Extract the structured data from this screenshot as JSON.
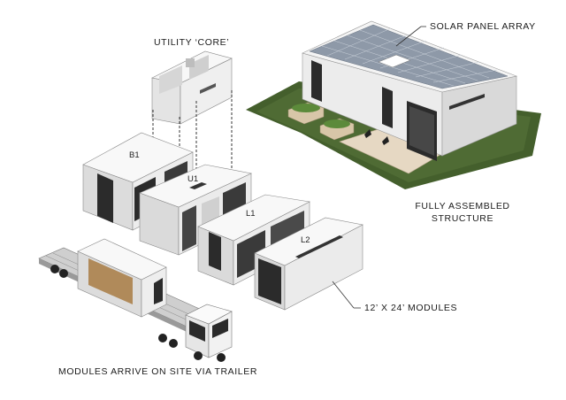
{
  "labels": {
    "utility_core": "UTILITY ‘CORE’",
    "solar_panel_array": "SOLAR PANEL ARRAY",
    "fully_assembled_line1": "FULLY ASSEMBLED",
    "fully_assembled_line2": "STRUCTURE",
    "modules_size": "12’ X 24’ MODULES",
    "trailer": "MODULES ARRIVE ON SITE VIA TRAILER"
  },
  "modules": {
    "b1": "B1",
    "u1": "U1",
    "l1": "L1",
    "l2": "L2"
  },
  "colors": {
    "line": "#333333",
    "module_wall": "#e9e9e9",
    "module_shadow": "#cfcfcf",
    "glass": "#2b2b2b",
    "grass": "#3f5a2a",
    "solar": "#8e99a8",
    "deck": "#e6d8c3"
  }
}
